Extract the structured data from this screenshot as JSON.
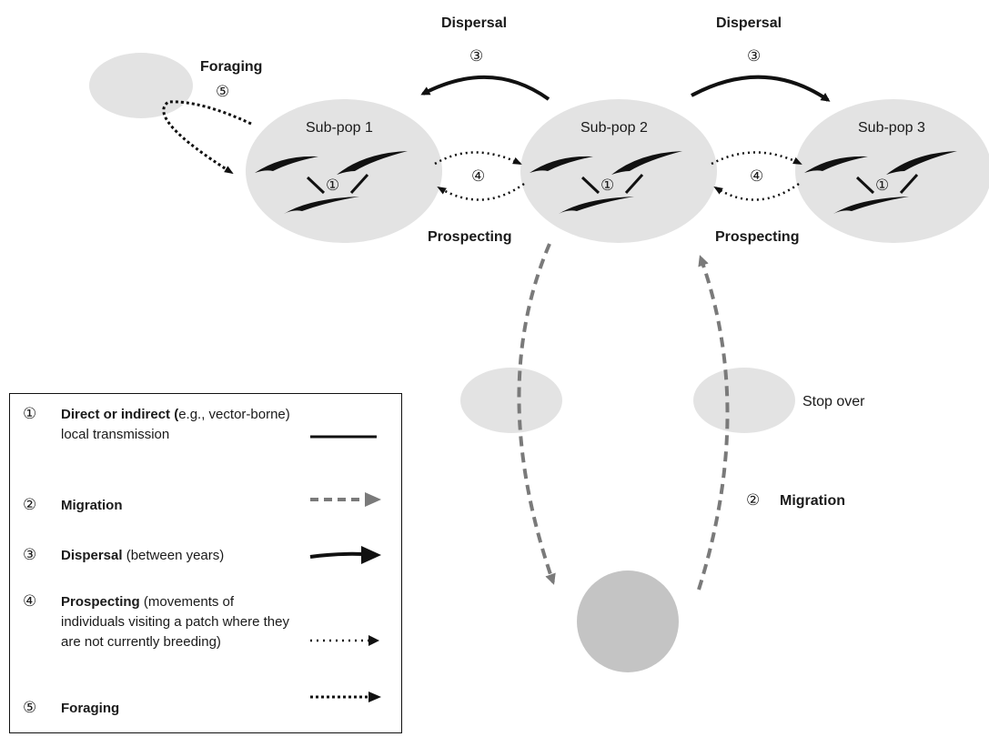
{
  "labels": {
    "dispersal_left": "Dispersal",
    "dispersal_right": "Dispersal",
    "foraging": "Foraging",
    "prospecting_left": "Prospecting",
    "prospecting_right": "Prospecting",
    "subpop1": "Sub-pop 1",
    "subpop2": "Sub-pop 2",
    "subpop3": "Sub-pop 3",
    "stop_over": "Stop over",
    "migration": "Migration"
  },
  "markers": {
    "one": "①",
    "two": "②",
    "three": "③",
    "four": "④",
    "five": "⑤"
  },
  "legend": {
    "item1_num": "①",
    "item1_bold1": "Direct or indirect (",
    "item1_text1": "e.g., vector-borne) local transmission",
    "item2_num": "②",
    "item2_bold": "Migration",
    "item3_num": "③",
    "item3_bold": "Dispersal",
    "item3_text": " (between years)",
    "item4_num": "④",
    "item4_bold": "Prospecting",
    "item4_text": " (movements of individuals visiting a patch where they are not currently breeding)",
    "item5_num": "⑤",
    "item5_bold": "Foraging"
  },
  "colors": {
    "patch": "#e3e3e3",
    "wintering": "#c4c4c4",
    "migration_arrow": "#7a7a7a",
    "ink": "#111111"
  }
}
